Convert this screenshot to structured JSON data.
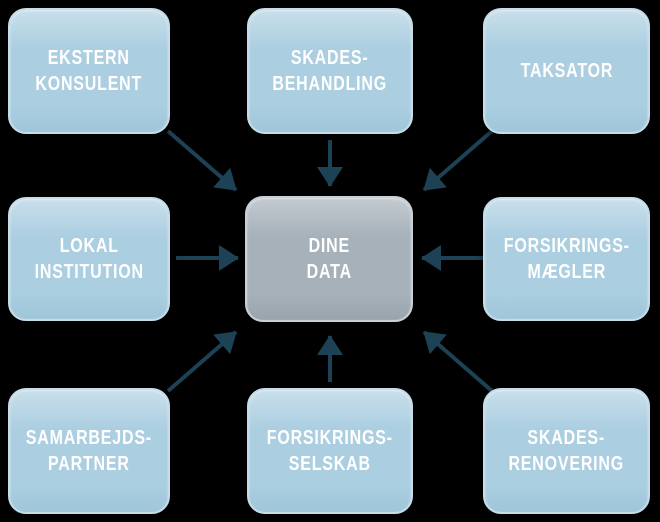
{
  "diagram": {
    "center": {
      "id": "dine-data",
      "line1": "DINE",
      "line2": "DATA"
    },
    "nodes": [
      {
        "id": "ekstern-konsulent",
        "line1": "EKSTERN",
        "line2": "KONSULENT"
      },
      {
        "id": "skades-behandling",
        "line1": "SKADES-",
        "line2": "BEHANDLING"
      },
      {
        "id": "taksator",
        "line1": "TAKSATOR",
        "line2": ""
      },
      {
        "id": "lokal-institution",
        "line1": "LOKAL",
        "line2": "INSTITUTION"
      },
      {
        "id": "forsikrings-maegler",
        "line1": "FORSIKRINGS-",
        "line2": "MÆGLER"
      },
      {
        "id": "samarbejds-partner",
        "line1": "SAMARBEJDS-",
        "line2": "PARTNER"
      },
      {
        "id": "forsikrings-selskab",
        "line1": "FORSIKRINGS-",
        "line2": "SELSKAB"
      },
      {
        "id": "skades-renovering",
        "line1": "SKADES-",
        "line2": "RENOVERING"
      }
    ],
    "colors": {
      "background": "#000000",
      "node_fill": "#abcee1",
      "node_fill_light": "#c9dfeb",
      "node_border": "#c6dce8",
      "center_fill": "#a6b1ba",
      "center_fill_light": "#c3cbd1",
      "center_border": "#c9d0d5",
      "arrow": "#1d4155",
      "text": "#ffffff"
    }
  }
}
